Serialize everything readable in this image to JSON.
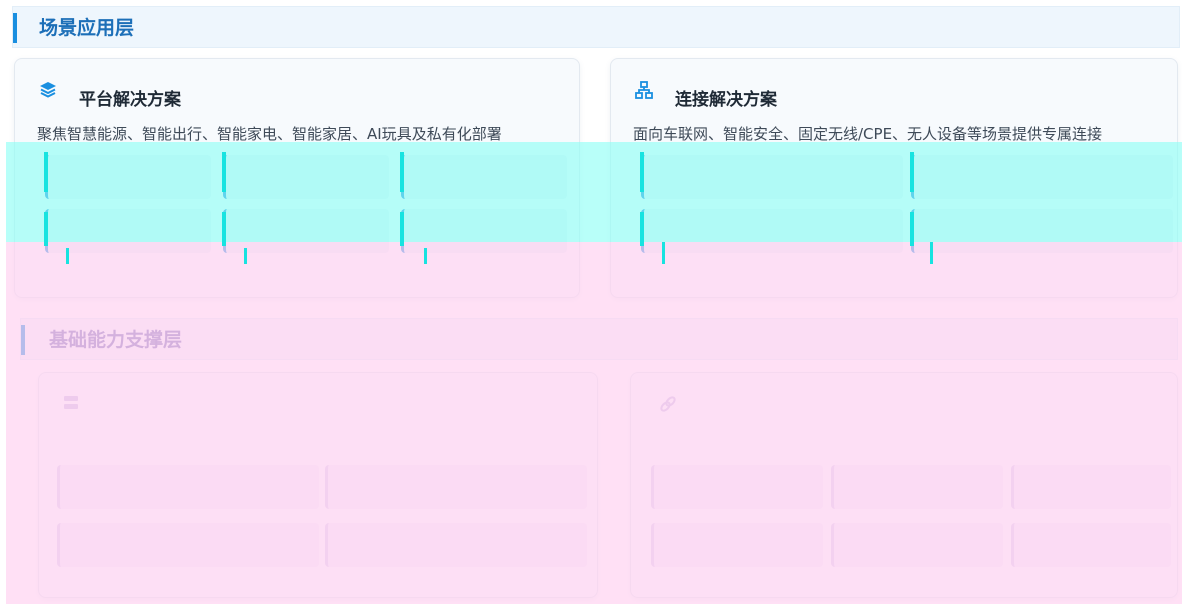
{
  "scene_layer": {
    "title": "场景应用层",
    "platform": {
      "icon": "layers-icon",
      "title": "平台解决方案",
      "desc": "聚焦智慧能源、智能出行、智能家电、智能家居、AI玩具及私有化部署",
      "items": [
        "",
        "",
        "",
        "",
        "",
        ""
      ]
    },
    "connect": {
      "icon": "network-icon",
      "title": "连接解决方案",
      "desc": "面向车联网、智能安全、固定无线/CPE、无人设备等场景提供专属连接",
      "items": [
        "",
        "",
        "",
        ""
      ]
    }
  },
  "base_layer": {
    "title": "基础能力支撑层",
    "left_card": {
      "icon": "server-icon",
      "title": "",
      "desc": "",
      "items": [
        "",
        "",
        "",
        ""
      ]
    },
    "right_card": {
      "icon": "link-icon",
      "title": "",
      "desc": "",
      "items": [
        "",
        "",
        "",
        "",
        "",
        ""
      ]
    }
  },
  "colors": {
    "accent": "#1a8fe0",
    "header_bg": "#eef6fd",
    "card_bg": "#f7fafd",
    "overlay_cyan": "#8cfff5",
    "overlay_pink": "#ffd2f0"
  }
}
